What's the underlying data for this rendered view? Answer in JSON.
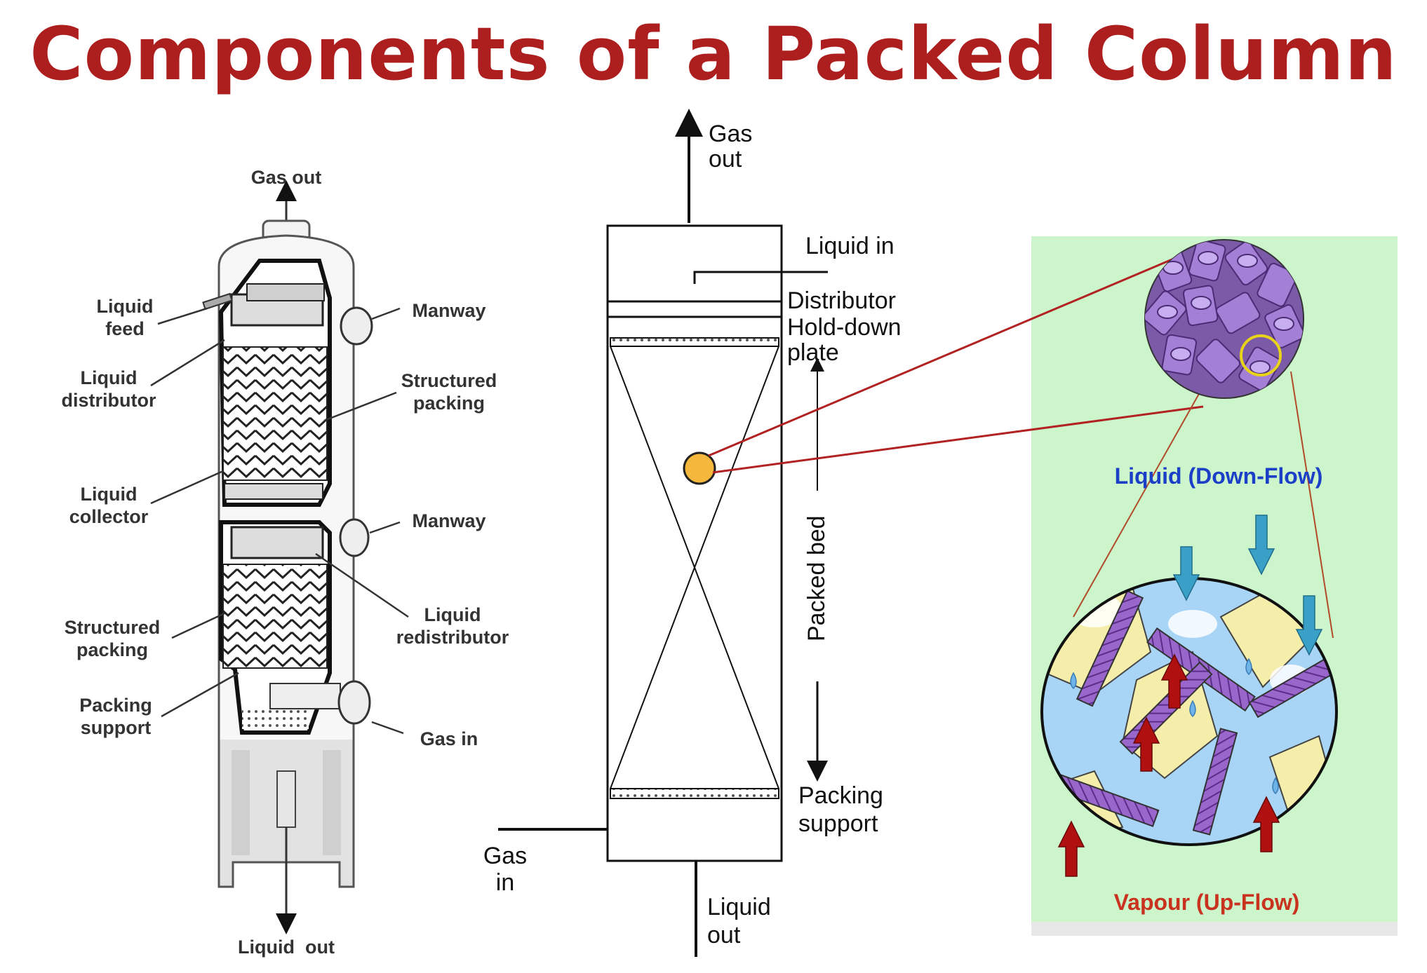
{
  "title": "Components of a Packed Column",
  "left_diagram": {
    "gas_out": "Gas out",
    "liquid_feed": [
      "Liquid",
      "feed"
    ],
    "liquid_distributor": [
      "Liquid",
      "distributor"
    ],
    "liquid_collector": [
      "Liquid",
      "collector"
    ],
    "structured_packing_lower": [
      "Structured",
      "packing"
    ],
    "packing_support": [
      "Packing",
      "support"
    ],
    "manway_top": "Manway",
    "structured_packing_upper": [
      "Structured",
      "packing"
    ],
    "manway_bottom": "Manway",
    "liquid_redistributor": [
      "Liquid",
      "redistributor"
    ],
    "gas_in": "Gas in",
    "liquid_out": "Liquid  out"
  },
  "middle_diagram": {
    "gas_out": [
      "Gas",
      "out"
    ],
    "liquid_in": "Liquid in",
    "distributor": "Distributor",
    "hold_down_plate": [
      "Hold-down",
      "plate"
    ],
    "packed_bed": "Packed bed",
    "packing_support": [
      "Packing",
      "support"
    ],
    "gas_in": [
      "Gas",
      "in"
    ],
    "liquid_out": [
      "Liquid",
      "out"
    ]
  },
  "right_diagram": {
    "liquid_flow": "Liquid (Down-Flow)",
    "vapour_flow": "Vapour (Up-Flow)",
    "colors": {
      "panel": "#ccf5cc",
      "packing": "#9966cc",
      "liquid": "#a8d4f5",
      "solid": "#f5eeaa",
      "liquid_arrow": "#3aa0c8",
      "vapour_arrow": "#b01010",
      "highlight": "#f5b83d",
      "title": "#ad1f1f"
    }
  }
}
